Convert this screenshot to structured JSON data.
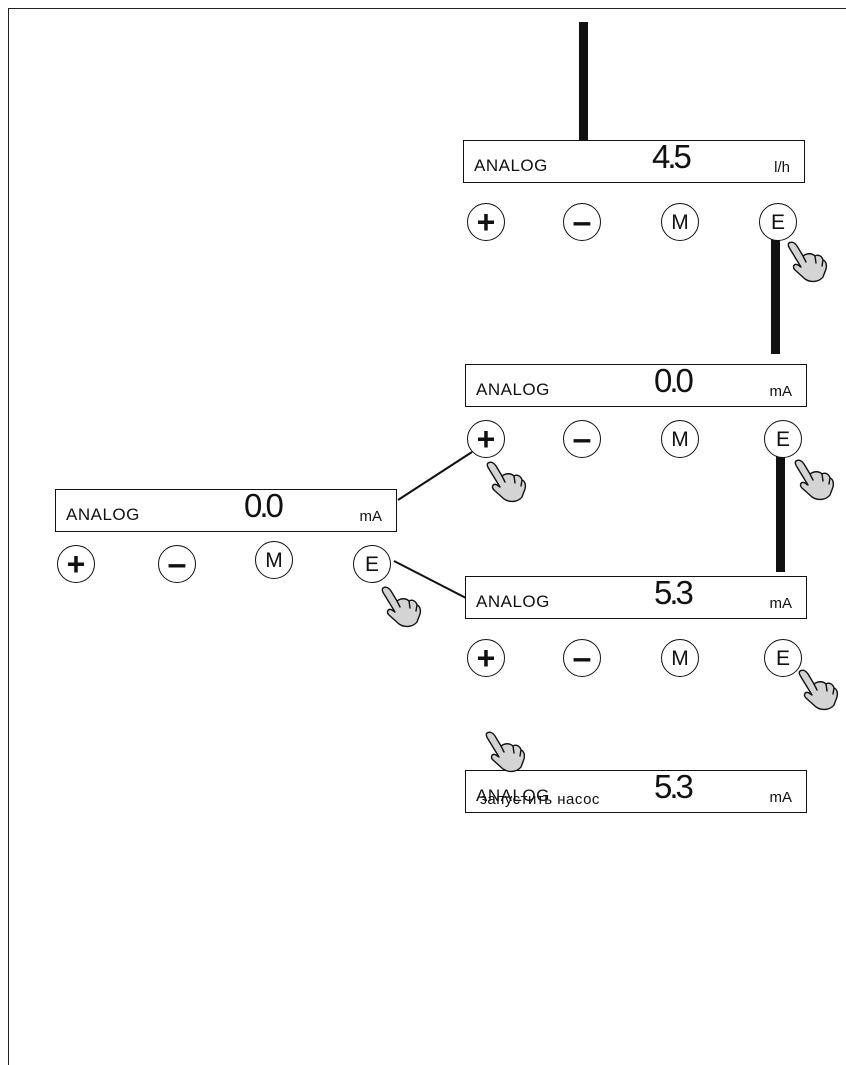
{
  "panels": [
    {
      "label": "ANALOG",
      "value": "4.5",
      "unit": "l/h"
    },
    {
      "label": "ANALOG",
      "value": "0.0",
      "unit": "mA"
    },
    {
      "label": "ANALOG",
      "value": "0.0",
      "unit": "mA"
    },
    {
      "label": "ANALOG",
      "value": "5.3",
      "unit": "mA"
    },
    {
      "label": "ANALOG",
      "value": "5.3",
      "unit": "mA"
    }
  ],
  "keys": {
    "plus": "+",
    "minus": "–",
    "m": "M",
    "e": "E"
  },
  "caption": "запустить насос",
  "icons": {
    "hand": "pointing-hand-icon"
  }
}
